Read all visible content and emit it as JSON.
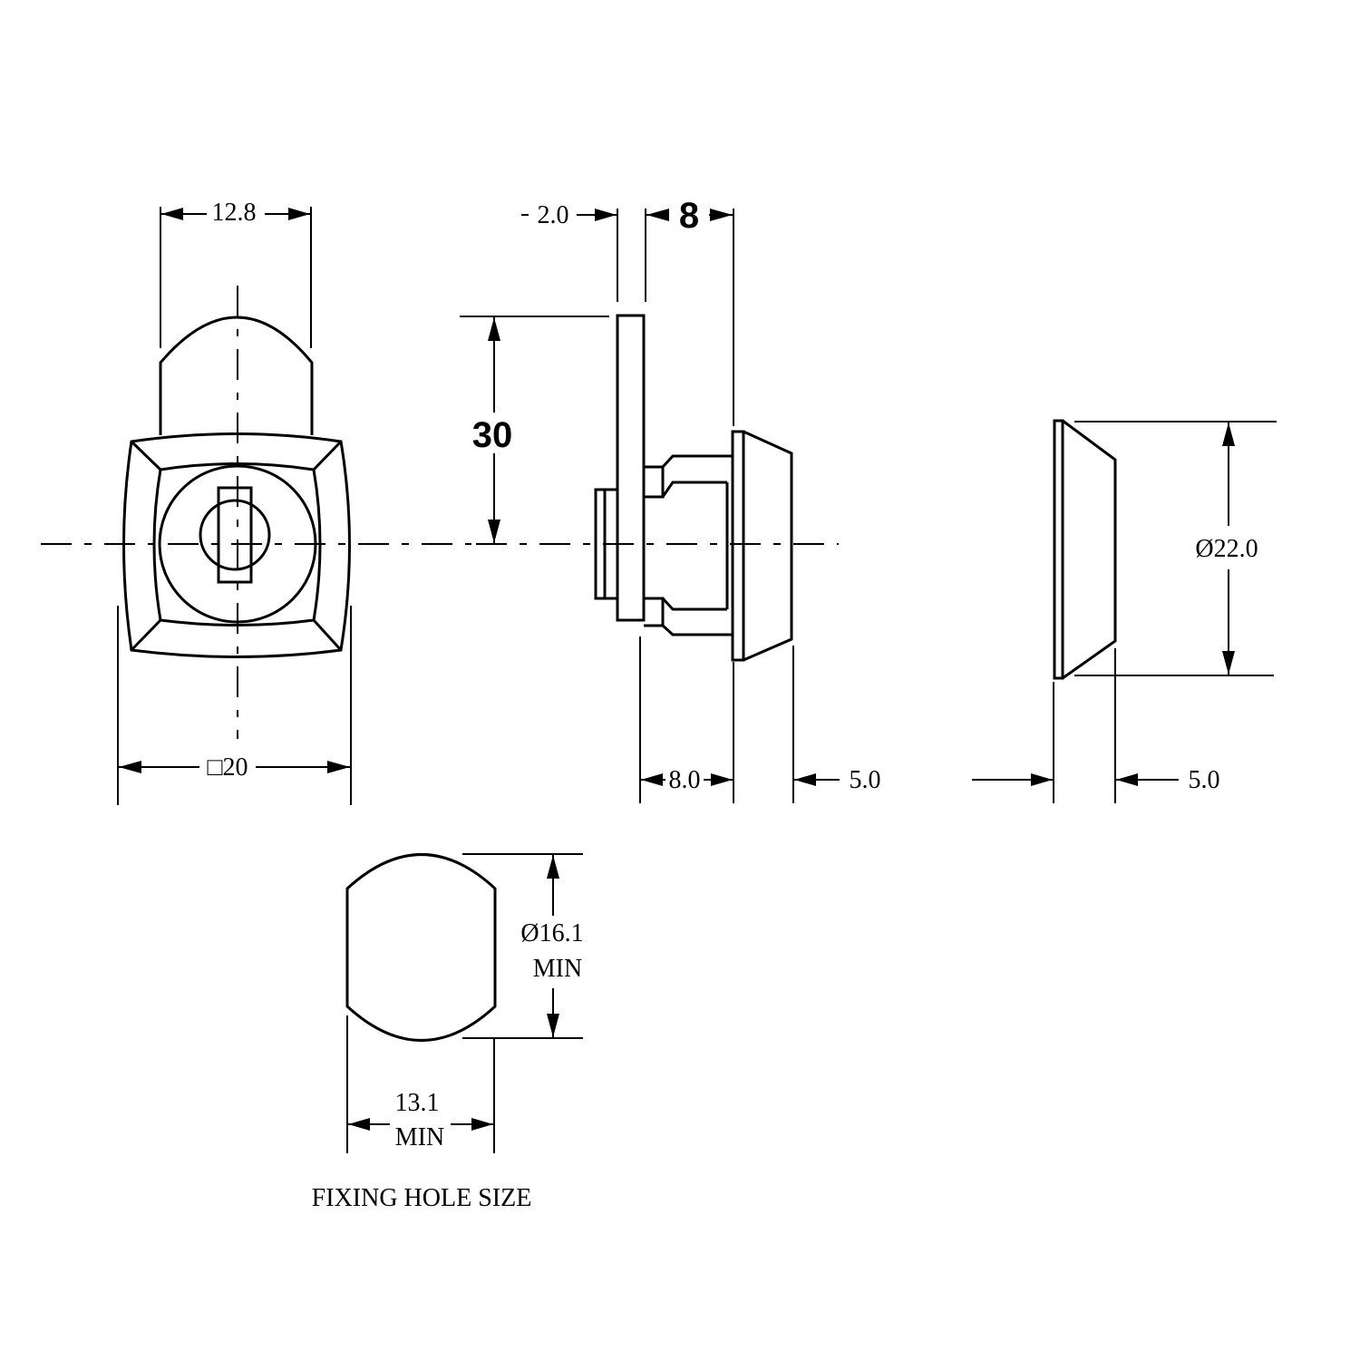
{
  "front_view": {
    "dim_width_top": "12.8",
    "dim_square": "□20"
  },
  "side_view": {
    "dim_cam_thickness": "2.0",
    "dim_cam_offset": "8",
    "dim_cam_length": "30",
    "dim_body_length": "8.0",
    "dim_head_thickness": "5.0"
  },
  "end_view": {
    "dim_diameter": "Ø22.0",
    "dim_thickness": "5.0"
  },
  "fixing_hole": {
    "dim_height_line1": "Ø16.1",
    "dim_height_line2": "MIN",
    "dim_width_line1": "13.1",
    "dim_width_line2": "MIN",
    "caption": "FIXING HOLE SIZE"
  }
}
